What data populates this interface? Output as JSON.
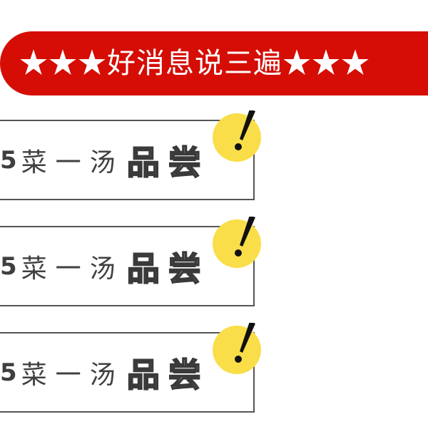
{
  "banner": {
    "text": "★★★好消息说三遍★★★",
    "color": "#d50d05"
  },
  "cards": [
    {
      "number": "5",
      "plain_text": "菜一汤",
      "outline_text": "品尝"
    },
    {
      "number": "5",
      "plain_text": "菜一汤",
      "outline_text": "品尝"
    },
    {
      "number": "5",
      "plain_text": "菜一汤",
      "outline_text": "品尝"
    }
  ],
  "bubble": {
    "icon": "exclamation-icon",
    "color": "#f9de4a"
  }
}
